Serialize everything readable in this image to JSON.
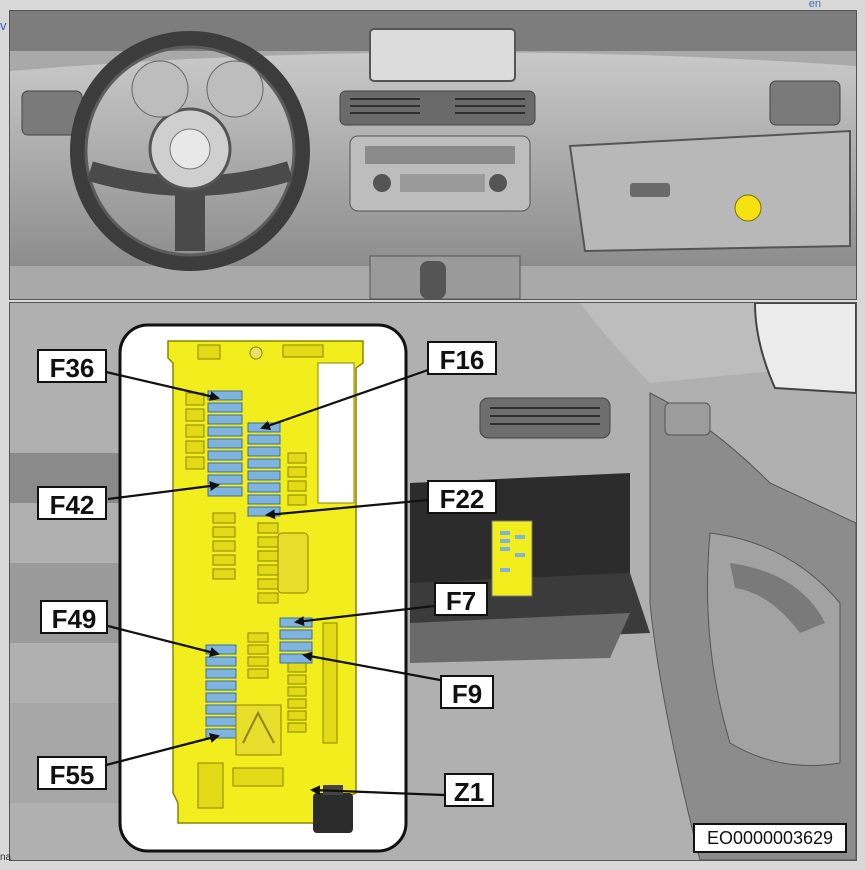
{
  "header": {
    "lang": "en",
    "left_link": "v"
  },
  "footer": {
    "left_text": "na"
  },
  "diagram": {
    "reference_code": "EO0000003629",
    "callouts": [
      {
        "id": "F36",
        "label": "F36"
      },
      {
        "id": "F16",
        "label": "F16"
      },
      {
        "id": "F42",
        "label": "F42"
      },
      {
        "id": "F22",
        "label": "F22"
      },
      {
        "id": "F49",
        "label": "F49"
      },
      {
        "id": "F7",
        "label": "F7"
      },
      {
        "id": "F9",
        "label": "F9"
      },
      {
        "id": "F55",
        "label": "F55"
      },
      {
        "id": "Z1",
        "label": "Z1"
      }
    ],
    "colors": {
      "fuse_box": "#f2ee1e",
      "fuse_highlight": "#7fb3e0",
      "location_marker": "#f5e20f",
      "interior_gray": "#9a9a9a"
    }
  }
}
